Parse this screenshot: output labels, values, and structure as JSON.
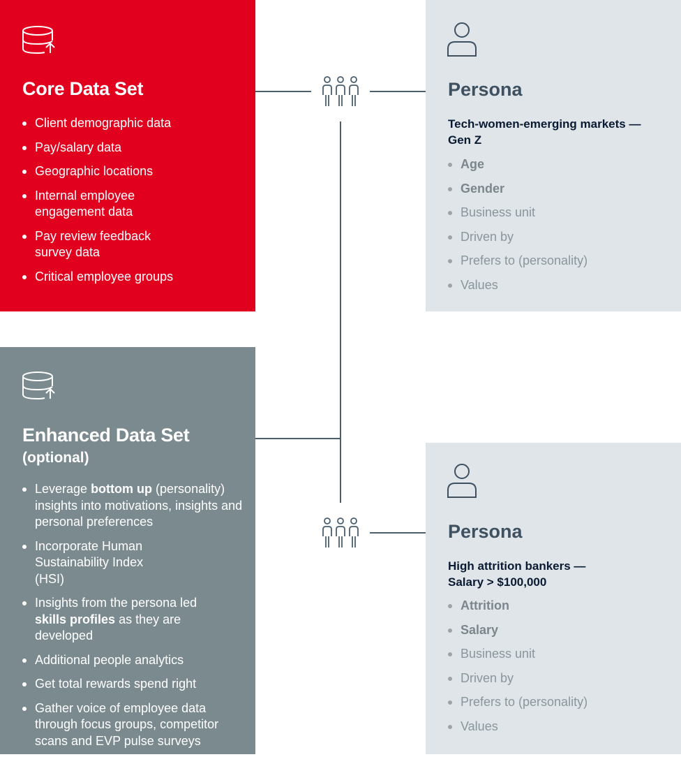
{
  "core": {
    "title": "Core Data Set",
    "items": [
      "Client demographic data",
      "Pay/salary data",
      "Geographic locations",
      "Internal employee engagement data",
      "Pay review feedback survey data",
      "Critical employee groups"
    ]
  },
  "enhanced": {
    "title": "Enhanced Data Set",
    "subtitle": "(optional)",
    "items": {
      "i0": {
        "a": "Leverage ",
        "b": "bottom up",
        "c": " (personality) insights into motivations, insights and personal preferences"
      },
      "i1": "Incorporate Human Sustainability Index (HSI)",
      "i2": {
        "a": "Insights from the persona led ",
        "b": "skills profiles",
        "c": " as they are developed"
      },
      "i3": "Additional people analytics",
      "i4": "Get total rewards spend right",
      "i5": "Gather voice of employee data through focus groups, competitor scans and EVP pulse surveys"
    }
  },
  "persona1": {
    "title": "Persona",
    "subtitle": "Tech-women-emerging markets — Gen Z",
    "items": [
      "Age",
      "Gender",
      "Business unit",
      "Driven by",
      "Prefers to (personality)",
      "Values"
    ]
  },
  "persona2": {
    "title": "Persona",
    "subtitle": "High attrition bankers — Salary > $100,000",
    "items": [
      "Attrition",
      "Salary",
      "Business unit",
      "Driven by",
      "Prefers to (personality)",
      "Values"
    ]
  },
  "colors": {
    "core_bg": "#e1001e",
    "enhanced_bg": "#7b8a8f",
    "persona_bg": "#dfe5e8",
    "connector": "#4a5e6e"
  },
  "icons": {
    "data_set": "database-upload-icon",
    "persona": "person-icon",
    "group": "people-group-icon"
  }
}
